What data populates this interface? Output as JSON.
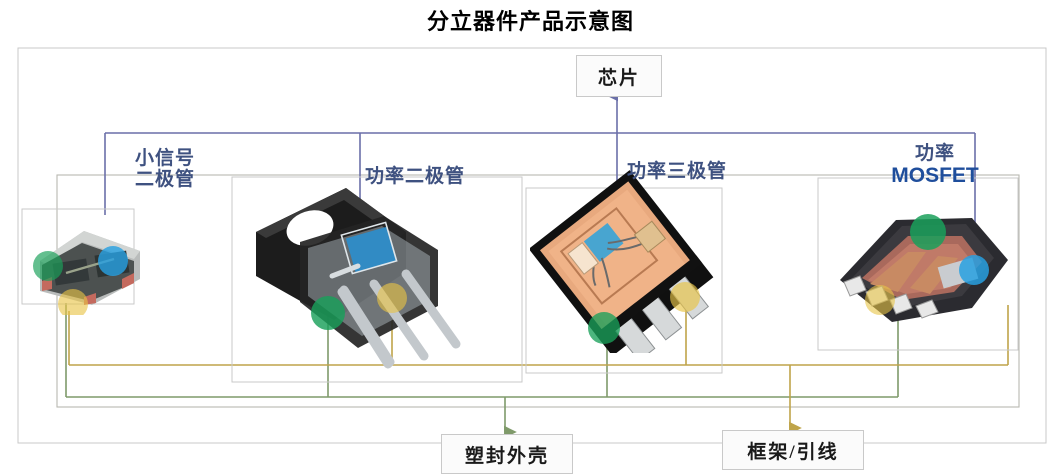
{
  "title": "分立器件产品示意图",
  "nodes": {
    "chip": "芯片",
    "mold": "塑封外壳",
    "frame": "框架/引线"
  },
  "components": [
    {
      "key": "small_signal_diode",
      "label_line1": "小信号",
      "label_line2": "二极管",
      "label_en": ""
    },
    {
      "key": "power_diode",
      "label_line1": "功率二极管",
      "label_line2": "",
      "label_en": ""
    },
    {
      "key": "power_transistor",
      "label_line1": "功率三极管",
      "label_line2": "",
      "label_en": ""
    },
    {
      "key": "power_mosfet",
      "label_line1": "功率",
      "label_line2": "",
      "label_en": "MOSFET"
    }
  ],
  "legend": {
    "chip_marker": "blue-dot",
    "mold_marker": "green-dot",
    "frame_marker": "yellow-dot"
  },
  "colors": {
    "chip_line": "#6a6fa8",
    "mold_line": "#7f9a6a",
    "frame_line": "#bfa44a",
    "outer_line": "#9a998f",
    "box_border": "#c9c9c9",
    "label_text": "#3e5180",
    "mosfet_text": "#1f4e9c",
    "chip_dot": "#28a0e1",
    "mold_dot": "#1aa05a",
    "frame_dot": "#e8c446"
  }
}
